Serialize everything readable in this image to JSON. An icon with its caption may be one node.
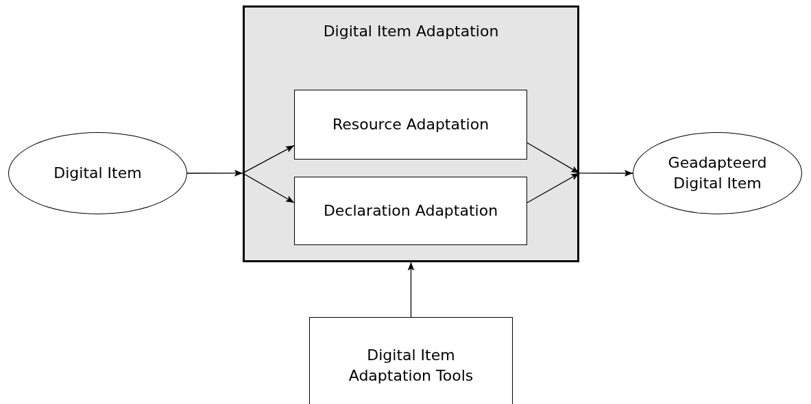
{
  "diagram": {
    "nodes": [
      {
        "text": [
          "Digital Item"
        ]
      },
      {
        "text": [
          "Digital Item Adaptation"
        ]
      },
      {
        "text": [
          "Resource Adaptation"
        ],
        "in": 1
      },
      {
        "text": [
          "Declaration Adaptation"
        ],
        "in": 1
      },
      {
        "text": [
          "Geadapteerd Digital Item"
        ]
      },
      {
        "text": [
          "Digital Item Adaptation Tools"
        ]
      }
    ],
    "edges": [
      {
        "from": 0,
        "to": 1,
        "arrow": "to"
      },
      {
        "from": 1,
        "to": 2,
        "arrow": "to"
      },
      {
        "from": 1,
        "to": 3,
        "arrow": "to"
      },
      {
        "from": 2,
        "to": 1,
        "arrow": "to"
      },
      {
        "from": 3,
        "to": 1,
        "arrow": "to"
      },
      {
        "from": 1,
        "to": 4,
        "arrow": "to"
      },
      {
        "from": 5,
        "to": 1,
        "arrow": "to"
      }
    ]
  }
}
